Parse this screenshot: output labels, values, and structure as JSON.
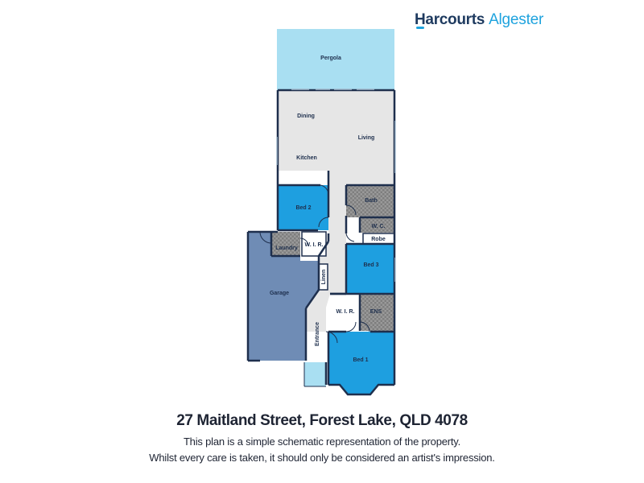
{
  "brand": {
    "name": "Harcourts",
    "office": "Algester",
    "accent": "#1fa3de",
    "primary": "#1e3a5f"
  },
  "rooms": {
    "pergola": "Pergola",
    "dining": "Dining",
    "living": "Living",
    "kitchen": "Kitchen",
    "bed2": "Bed 2",
    "bath": "Bath",
    "wc": "W. C.",
    "robe": "Robe",
    "laundry": "Laundry",
    "wir1": "W. I. R.",
    "linen": "Linen",
    "garage": "Garage",
    "bed3": "Bed 3",
    "wir2": "W. I. R.",
    "ens": "ENS",
    "entrance": "Entrance",
    "bed1": "Bed 1"
  },
  "colors": {
    "outdoor": "#a9dff2",
    "living": "#e6e6e6",
    "bedroom": "#1e9fe0",
    "garage": "#6f8cb5",
    "wet": "#8f8f8f",
    "walls": "#1e2f4d"
  },
  "footer": {
    "address": "27 Maitland Street, Forest Lake, QLD 4078",
    "disclaimer_line1": "This plan is a simple schematic representation of the property.",
    "disclaimer_line2": "Whilst every care is taken, it should only be considered an artist's impression."
  }
}
